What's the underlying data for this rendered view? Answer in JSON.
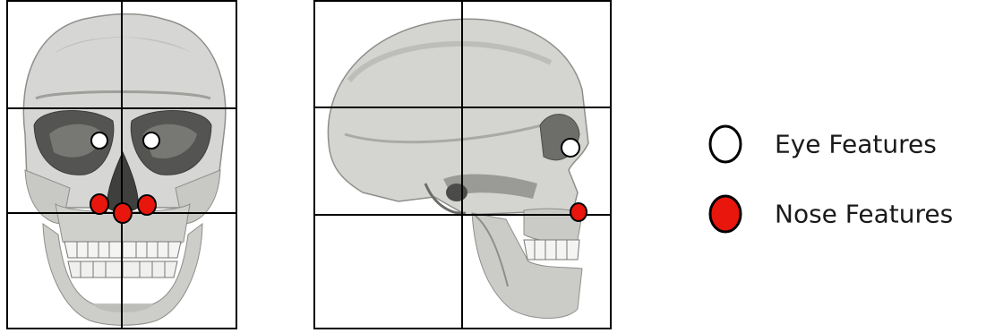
{
  "colors": {
    "eye_fill": "#ffffff",
    "nose_fill": "#e8160c",
    "marker_stroke": "#000000",
    "grid_line": "#000000",
    "bone_light": "#d9d9d7",
    "bone_mid": "#b3b3b0",
    "bone_dark": "#5b5b59",
    "background": "#ffffff"
  },
  "views": [
    {
      "name": "frontal-view",
      "eye_feature_count": 2,
      "nose_feature_count": 3
    },
    {
      "name": "lateral-view",
      "eye_feature_count": 1,
      "nose_feature_count": 1
    }
  ],
  "legend": {
    "eye": {
      "label": "Eye Features",
      "marker": "white-circle"
    },
    "nose": {
      "label": "Nose Features",
      "marker": "red-circle"
    }
  }
}
